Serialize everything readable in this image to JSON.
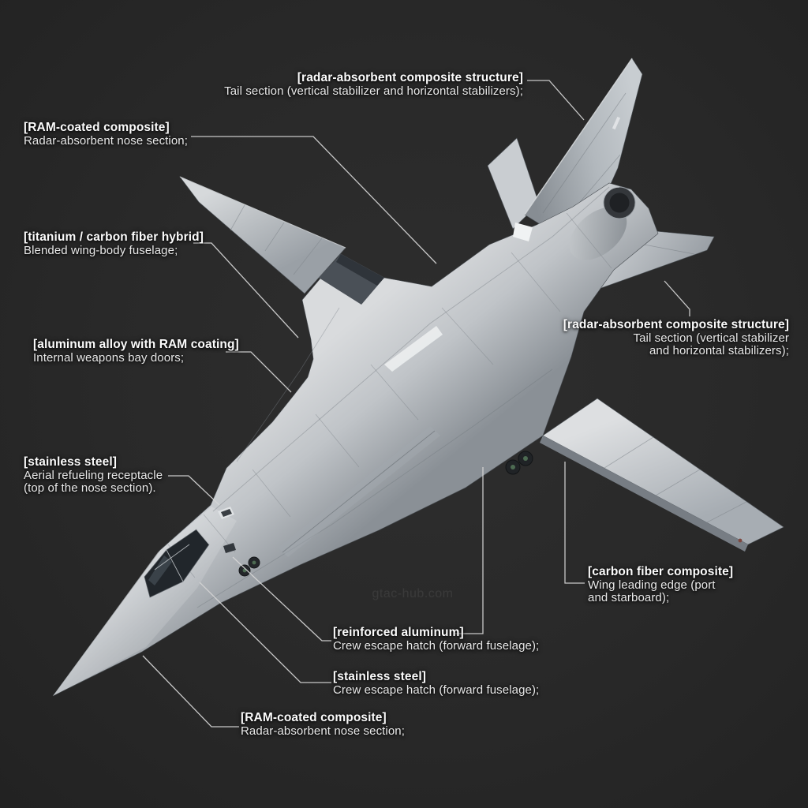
{
  "watermark": {
    "text": "gtac-hub.com"
  },
  "colors": {
    "background": "#282828",
    "label_text": "#e9e9e9",
    "label_material_text": "#fbfbfb",
    "leader_line": "#d6d6d6",
    "airframe_light": "#d9dbdd",
    "airframe_mid": "#b4bac0",
    "airframe_dark": "#8e9499",
    "canopy": "#21262b",
    "intake": "#4a5057",
    "exhaust": "#26282b"
  },
  "subject": {
    "description": "Swing-wing strategic bomber aircraft, top front-left aerial view, nose pointing lower-left, tail upper-right",
    "parts": [
      "nose section",
      "cockpit canopy",
      "blended wing-body fuselage",
      "port wing",
      "starboard wing",
      "air intake",
      "vertical stabilizer",
      "horizontal stabilizers",
      "engine exhaust",
      "weapons bay doors",
      "landing gear"
    ]
  },
  "labels": {
    "tail_top": {
      "material": "[radar-absorbent composite structure]",
      "lines": [
        "Tail section (vertical stabilizer and horizontal stabilizers);"
      ]
    },
    "ram_top_left": {
      "material": "[RAM-coated composite]",
      "lines": [
        "Radar-absorbent nose section;"
      ]
    },
    "titanium": {
      "material": "[titanium / carbon fiber hybrid]",
      "lines": [
        "Blended wing-body fuselage;"
      ]
    },
    "aluminum": {
      "material": "[aluminum alloy with RAM coating]",
      "lines": [
        "Internal weapons bay doors;"
      ]
    },
    "stainless_aerial": {
      "material": "[stainless steel]",
      "lines": [
        "Aerial refueling receptacle",
        "(top of the nose section)."
      ]
    },
    "tail_right": {
      "material": "[radar-absorbent composite structure]",
      "lines": [
        "Tail section (vertical stabilizer",
        "and horizontal stabilizers);"
      ]
    },
    "carbon_fiber": {
      "material": "[carbon fiber composite]",
      "lines": [
        "Wing leading edge (port",
        "and starboard);"
      ]
    },
    "reinforced_aluminum": {
      "material": "[reinforced aluminum]",
      "lines": [
        "Crew escape hatch (forward fuselage);"
      ]
    },
    "stainless_hatch": {
      "material": "[stainless steel]",
      "lines": [
        "Crew escape hatch (forward fuselage);"
      ]
    },
    "ram_bottom": {
      "material": "[RAM-coated composite]",
      "lines": [
        "Radar-absorbent nose section;"
      ]
    }
  }
}
